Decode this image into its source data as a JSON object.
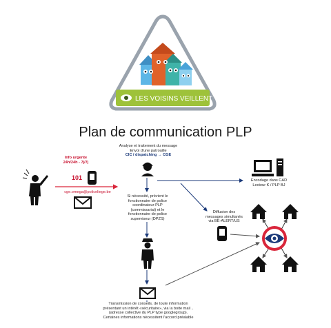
{
  "logo": {
    "text": "LES VOISINS VEILLENT",
    "colors": {
      "triangle_border": "#9aa3ad",
      "banner": "#9ec23a",
      "roof": "#e0622a",
      "house_blue": "#4aa3d8",
      "house_teal": "#3fb3a8"
    }
  },
  "title": "Plan de communication PLP",
  "center_top": {
    "line1": "Analyse et traitement du message",
    "line2": "Envoi d'une patrouille",
    "line3": "CIC / dispatching → CGE"
  },
  "left": {
    "urgent_title": "Info urgente",
    "urgent_hours": "24h/24h - 7j/7j",
    "number": "101",
    "email": "cge.omega@policeliege.be"
  },
  "center_mid": {
    "lines": [
      "Si nécessité, prévient le",
      "fonctionnaire de police",
      "coordinateur-PLP",
      "(commissariat) et le",
      "fonctionnaire de police",
      "superviseur (DPZS)"
    ]
  },
  "right_top": {
    "line1": "Encodage dans CAD",
    "line2": "Lecteur K / PLP BJ"
  },
  "diffusion": {
    "lines": [
      "Diffusion des",
      "messages simultanés",
      "via BE-ALERT/US"
    ]
  },
  "bottom": {
    "lines": [
      "Transmission de conseils, de toute information",
      "présentant un intérêt «sécuritaire», via la boite mail ..",
      "(adresse collective du PLP type googlegroup).",
      "Certaines informations nécessitent l'accord préalable"
    ]
  },
  "colors": {
    "arrow_red": "#d9263b",
    "arrow_blue": "#1b3a7a",
    "arrow_gray": "#555555",
    "text_red": "#c8102e"
  },
  "icons": [
    "person-alert-icon",
    "phone-icon",
    "envelope-icon",
    "operator-icon",
    "police-officer-icon",
    "computer-icon",
    "house-icon",
    "plp-logo-icon"
  ]
}
